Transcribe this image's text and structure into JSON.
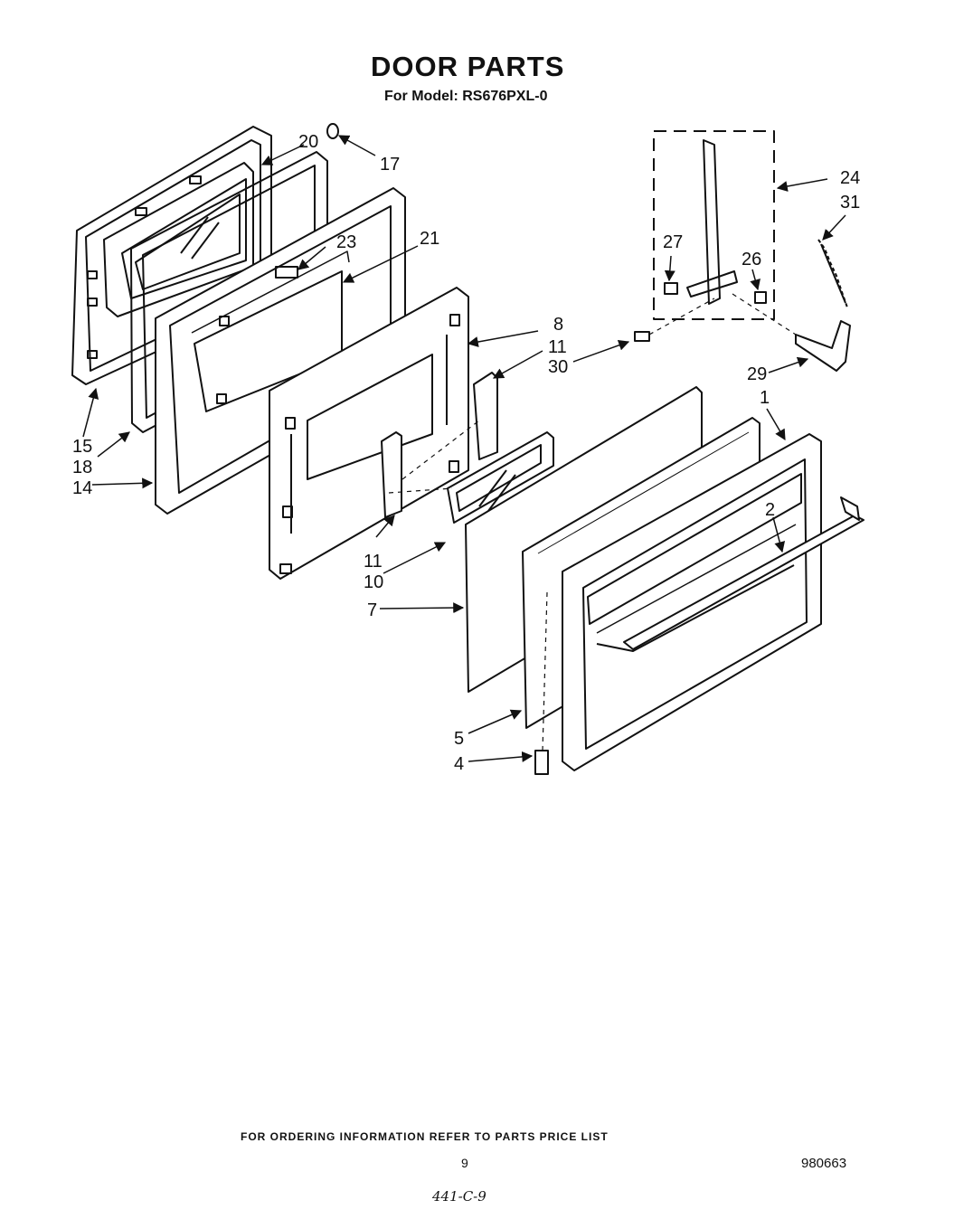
{
  "header": {
    "title": "DOOR PARTS",
    "subtitle": "For Model: RS676PXL-0"
  },
  "callouts": [
    {
      "id": "c17",
      "label": "17"
    },
    {
      "id": "c20",
      "label": "20"
    },
    {
      "id": "c23",
      "label": "23"
    },
    {
      "id": "c21",
      "label": "21"
    },
    {
      "id": "c24",
      "label": "24"
    },
    {
      "id": "c31",
      "label": "31"
    },
    {
      "id": "c27",
      "label": "27"
    },
    {
      "id": "c26",
      "label": "26"
    },
    {
      "id": "c8",
      "label": "8"
    },
    {
      "id": "c11a",
      "label": "11"
    },
    {
      "id": "c30",
      "label": "30"
    },
    {
      "id": "c29",
      "label": "29"
    },
    {
      "id": "c1",
      "label": "1"
    },
    {
      "id": "c2",
      "label": "2"
    },
    {
      "id": "c15",
      "label": "15"
    },
    {
      "id": "c18",
      "label": "18"
    },
    {
      "id": "c14",
      "label": "14"
    },
    {
      "id": "c11b",
      "label": "11"
    },
    {
      "id": "c10",
      "label": "10"
    },
    {
      "id": "c7",
      "label": "7"
    },
    {
      "id": "c5",
      "label": "5"
    },
    {
      "id": "c4",
      "label": "4"
    }
  ],
  "footer": {
    "ordering_note": "FOR ORDERING INFORMATION REFER TO PARTS PRICE LIST",
    "page_number": "9",
    "document_number": "980663",
    "handwritten_note": "441-C-9"
  }
}
